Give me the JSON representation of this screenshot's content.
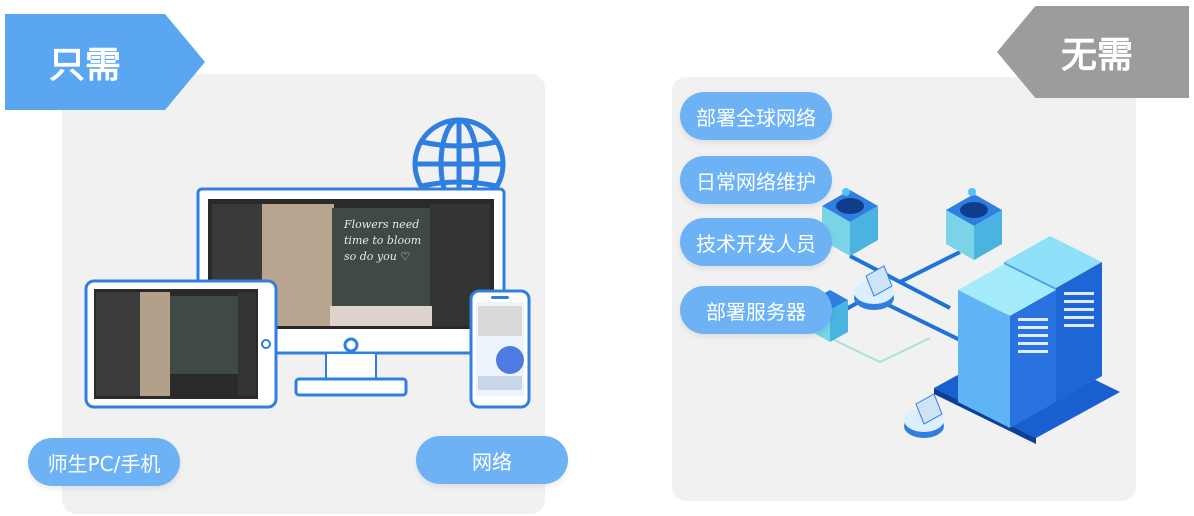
{
  "left": {
    "banner": "只需",
    "device_label": "师生PC/手机",
    "network_label": "网络",
    "blackboard_text": [
      "Flowers need",
      "time to bloom",
      "so do you ♡"
    ]
  },
  "right": {
    "banner": "无需",
    "items": [
      "部署全球网络",
      "日常网络维护",
      "技术开发人员",
      "部署服务器"
    ]
  },
  "colors": {
    "banner_blue": "#5aa6f0",
    "banner_gray": "#9c9c9c",
    "pill_blue": "#6cb2f5",
    "line_blue": "#2f7fe0",
    "panel_bg": "#f1f1f1"
  },
  "icons": [
    "globe-icon",
    "monitor-icon",
    "tablet-icon",
    "phone-icon",
    "server-icon",
    "network-node-icon",
    "router-icon"
  ]
}
